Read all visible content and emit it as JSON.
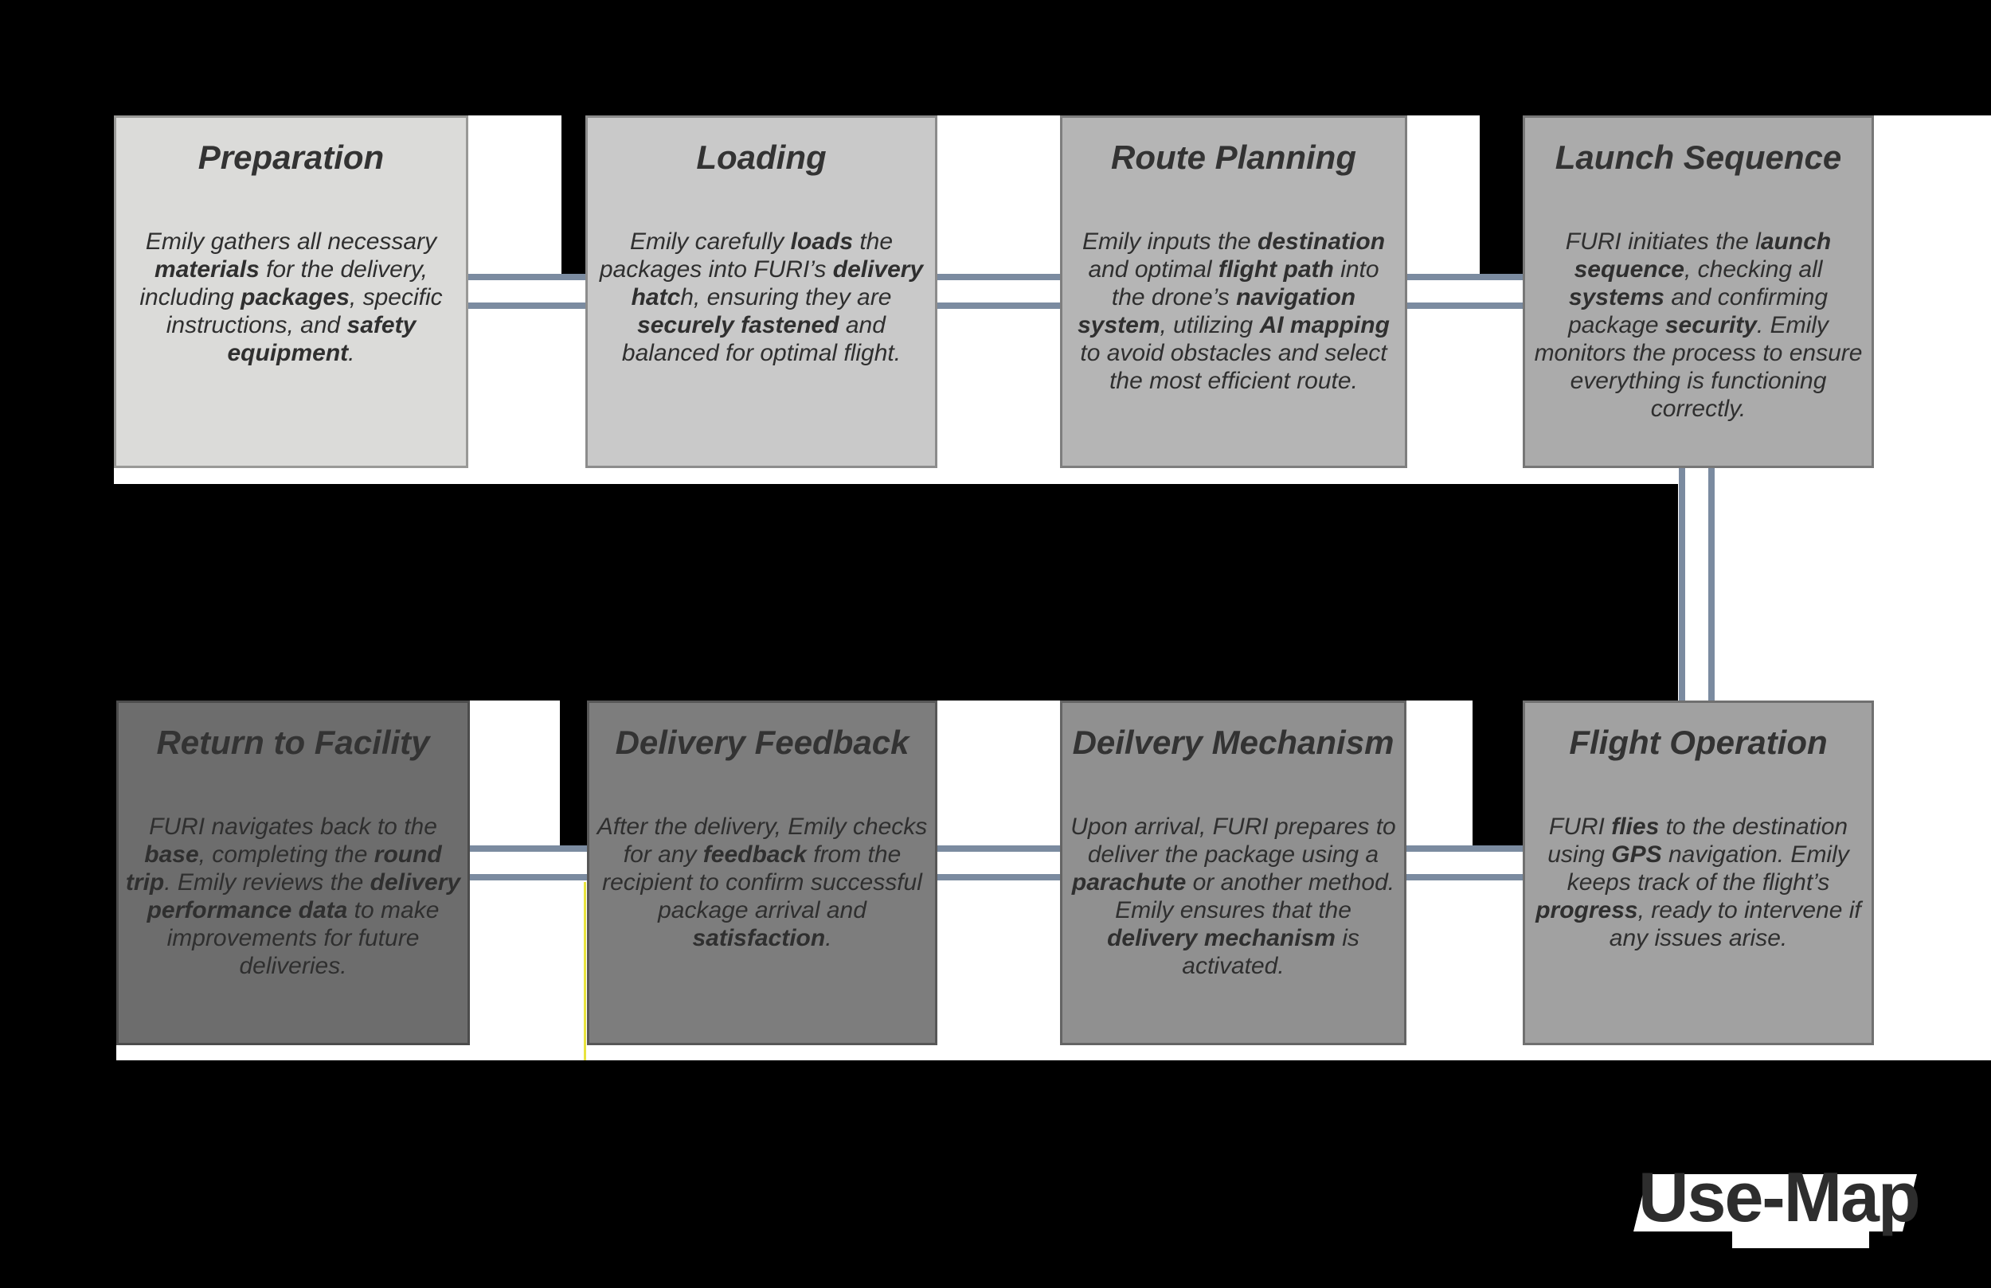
{
  "palette": {
    "background": "#000000",
    "panel": "#ffffff",
    "connector": "#7b8ba0",
    "title_color": "#333333",
    "body_color": "#2f2f2f",
    "logo_color": "#2d2d2d",
    "artifact_yellow": "#e8e33e"
  },
  "logo": {
    "text": "Use-Map"
  },
  "boxes": [
    {
      "key": "preparation",
      "title": "Preparation",
      "fill": "#dbdbd9",
      "body": [
        {
          "t": "Emily gathers all necessary ",
          "b": false
        },
        {
          "t": "materials",
          "b": true
        },
        {
          "t": " for the delivery, including ",
          "b": false
        },
        {
          "t": "packages",
          "b": true
        },
        {
          "t": ", specific instructions, and ",
          "b": false
        },
        {
          "t": "safety equipment",
          "b": true
        },
        {
          "t": ".",
          "b": false
        }
      ]
    },
    {
      "key": "loading",
      "title": "Loading",
      "fill": "#c9c9c9",
      "body": [
        {
          "t": "Emily carefully ",
          "b": false
        },
        {
          "t": "loads",
          "b": true
        },
        {
          "t": " the packages into FURI’s ",
          "b": false
        },
        {
          "t": "delivery hatc",
          "b": true
        },
        {
          "t": "h, ensuring they are ",
          "b": false
        },
        {
          "t": "securely fastened",
          "b": true
        },
        {
          "t": " and balanced for optimal flight.",
          "b": false
        }
      ]
    },
    {
      "key": "route-planning",
      "title": "Route Planning",
      "fill": "#b5b5b5",
      "body": [
        {
          "t": "Emily inputs the ",
          "b": false
        },
        {
          "t": "destination",
          "b": true
        },
        {
          "t": " and optimal ",
          "b": false
        },
        {
          "t": "flight path",
          "b": true
        },
        {
          "t": " into the drone’s ",
          "b": false
        },
        {
          "t": "navigation system",
          "b": true
        },
        {
          "t": ", utilizing ",
          "b": false
        },
        {
          "t": "AI mapping",
          "b": true
        },
        {
          "t": " to avoid obstacles and select the most efficient route.",
          "b": false
        }
      ]
    },
    {
      "key": "launch-sequence",
      "title": "Launch Sequence",
      "fill": "#ababab",
      "body": [
        {
          "t": "FURI initiates the l",
          "b": false
        },
        {
          "t": "aunch sequence",
          "b": true
        },
        {
          "t": ", checking all ",
          "b": false
        },
        {
          "t": "systems",
          "b": true
        },
        {
          "t": " and confirming package ",
          "b": false
        },
        {
          "t": "security",
          "b": true
        },
        {
          "t": ". Emily monitors the process to ensure everything is functioning correctly.",
          "b": false
        }
      ]
    },
    {
      "key": "return-to-facility",
      "title": "Return to Facility",
      "fill": "#6d6d6d",
      "body": [
        {
          "t": "FURI navigates back to the ",
          "b": false
        },
        {
          "t": "base",
          "b": true
        },
        {
          "t": ", completing the ",
          "b": false
        },
        {
          "t": "round trip",
          "b": true
        },
        {
          "t": ". Emily reviews the ",
          "b": false
        },
        {
          "t": "delivery performance data",
          "b": true
        },
        {
          "t": " to make improvements for future deliveries.",
          "b": false
        }
      ]
    },
    {
      "key": "delivery-feedback",
      "title": "Delivery Feedback",
      "fill": "#7d7d7d",
      "body": [
        {
          "t": "After the delivery, Emily checks for any ",
          "b": false
        },
        {
          "t": "feedback",
          "b": true
        },
        {
          "t": " from the recipient to confirm successful package arrival and ",
          "b": false
        },
        {
          "t": "satisfaction",
          "b": true
        },
        {
          "t": ".",
          "b": false
        }
      ]
    },
    {
      "key": "delivery-mechanism",
      "title": "Deilvery Mechanism",
      "fill": "#909090",
      "body": [
        {
          "t": "Upon arrival, FURI prepares to deliver the package using a ",
          "b": false
        },
        {
          "t": "parachute",
          "b": true
        },
        {
          "t": " or another method. Emily ensures that the ",
          "b": false
        },
        {
          "t": "delivery mechanism",
          "b": true
        },
        {
          "t": " is activated.",
          "b": false
        }
      ]
    },
    {
      "key": "flight-operation",
      "title": "Flight Operation",
      "fill": "#a1a1a1",
      "body": [
        {
          "t": "FURI ",
          "b": false
        },
        {
          "t": "flies",
          "b": true
        },
        {
          "t": " to the destination using ",
          "b": false
        },
        {
          "t": "GPS",
          "b": true
        },
        {
          "t": " navigation. Emily keeps track of the flight’s ",
          "b": false
        },
        {
          "t": "progress",
          "b": true
        },
        {
          "t": ", ready to intervene if any issues arise.",
          "b": false
        }
      ]
    }
  ]
}
